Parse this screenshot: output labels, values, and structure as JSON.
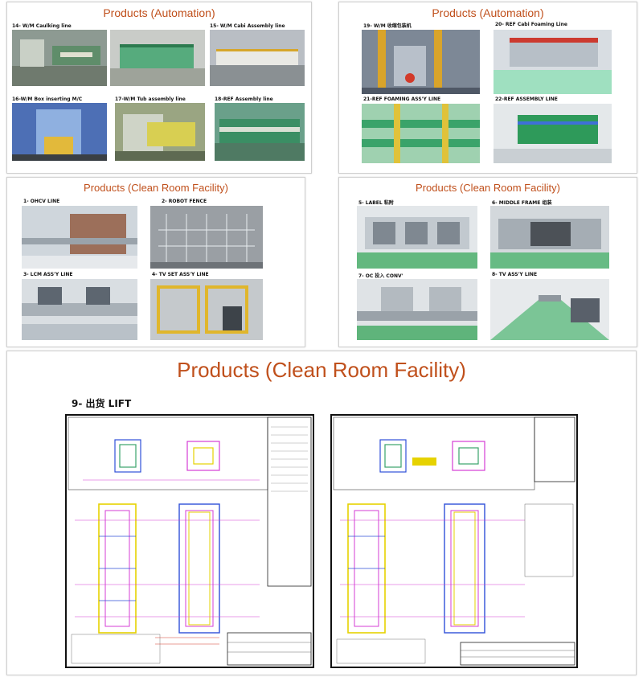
{
  "panels": {
    "automation_left": {
      "title": "Products (Automation)",
      "items": [
        {
          "caption": "14- W/M Caulking line"
        },
        {
          "caption": "15- W/M Cabi Assembly line"
        },
        {
          "caption": "16-W/M Box inserting M/C"
        },
        {
          "caption": "17-W/M Tub assembly line"
        },
        {
          "caption": "18-REF Assembly line"
        }
      ]
    },
    "automation_right": {
      "title": "Products (Automation)",
      "items": [
        {
          "caption": "19- W/M 收缩包装机"
        },
        {
          "caption": "20- REF Cabi Foaming Line"
        },
        {
          "caption": "21-REF FOAMING ASS'Y LINE"
        },
        {
          "caption": "22-REF ASSEMBLY LINE"
        }
      ]
    },
    "cleanroom_left": {
      "title": "Products (Clean Room Facility)",
      "items": [
        {
          "caption": "1- OHCV LINE"
        },
        {
          "caption": "2- ROBOT FENCE"
        },
        {
          "caption": "3- LCM ASS'Y LINE"
        },
        {
          "caption": "4- TV SET ASS'Y LINE"
        }
      ]
    },
    "cleanroom_right": {
      "title": "Products (Clean Room Facility)",
      "items": [
        {
          "caption": "5- LABEL 粘附"
        },
        {
          "caption": "6- MIDDLE FRAME 组装"
        },
        {
          "caption": "7- OC 投入 CONV'"
        },
        {
          "caption": "8- TV ASS'Y LINE"
        }
      ]
    },
    "cleanroom_bottom": {
      "title": "Products (Clean Room Facility)",
      "subtitle": "9- 出货 LIFT"
    }
  },
  "colors": {
    "title": "#c0501c",
    "factory_green": "#3aa36a",
    "factory_floor": "#8fd3b2",
    "factory_gray": "#b9bec4",
    "cad_yellow": "#e6d200",
    "cad_magenta": "#d43cd4",
    "cad_blue": "#2f4fd8"
  }
}
